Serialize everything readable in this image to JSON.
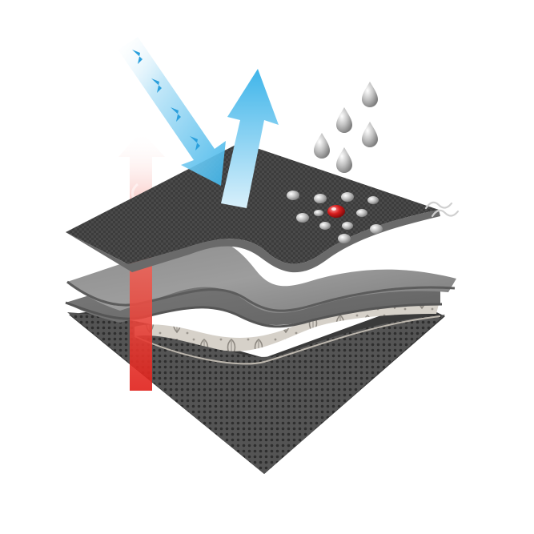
{
  "diagram": {
    "description_type": "fabric-layers-technical-illustration",
    "layers": [
      {
        "name": "outer-shell",
        "color": "#3a3a3a"
      },
      {
        "name": "membrane",
        "color": "#7a7a7a"
      },
      {
        "name": "laminate",
        "color": "#6e6e6e"
      },
      {
        "name": "lining-print",
        "color": "#cfcac2"
      },
      {
        "name": "mesh-base",
        "color": "#4a4a4a"
      }
    ],
    "arrows": [
      {
        "name": "uv-sunlight",
        "color": "#3fb5ea"
      },
      {
        "name": "breathability",
        "color": "#3fb5ea"
      },
      {
        "name": "warmth",
        "color": "#e63a2e"
      }
    ],
    "droplets": {
      "color": "#a8a8a8",
      "highlight": "#d61c1c"
    },
    "icons": [
      "wind-icon"
    ]
  }
}
